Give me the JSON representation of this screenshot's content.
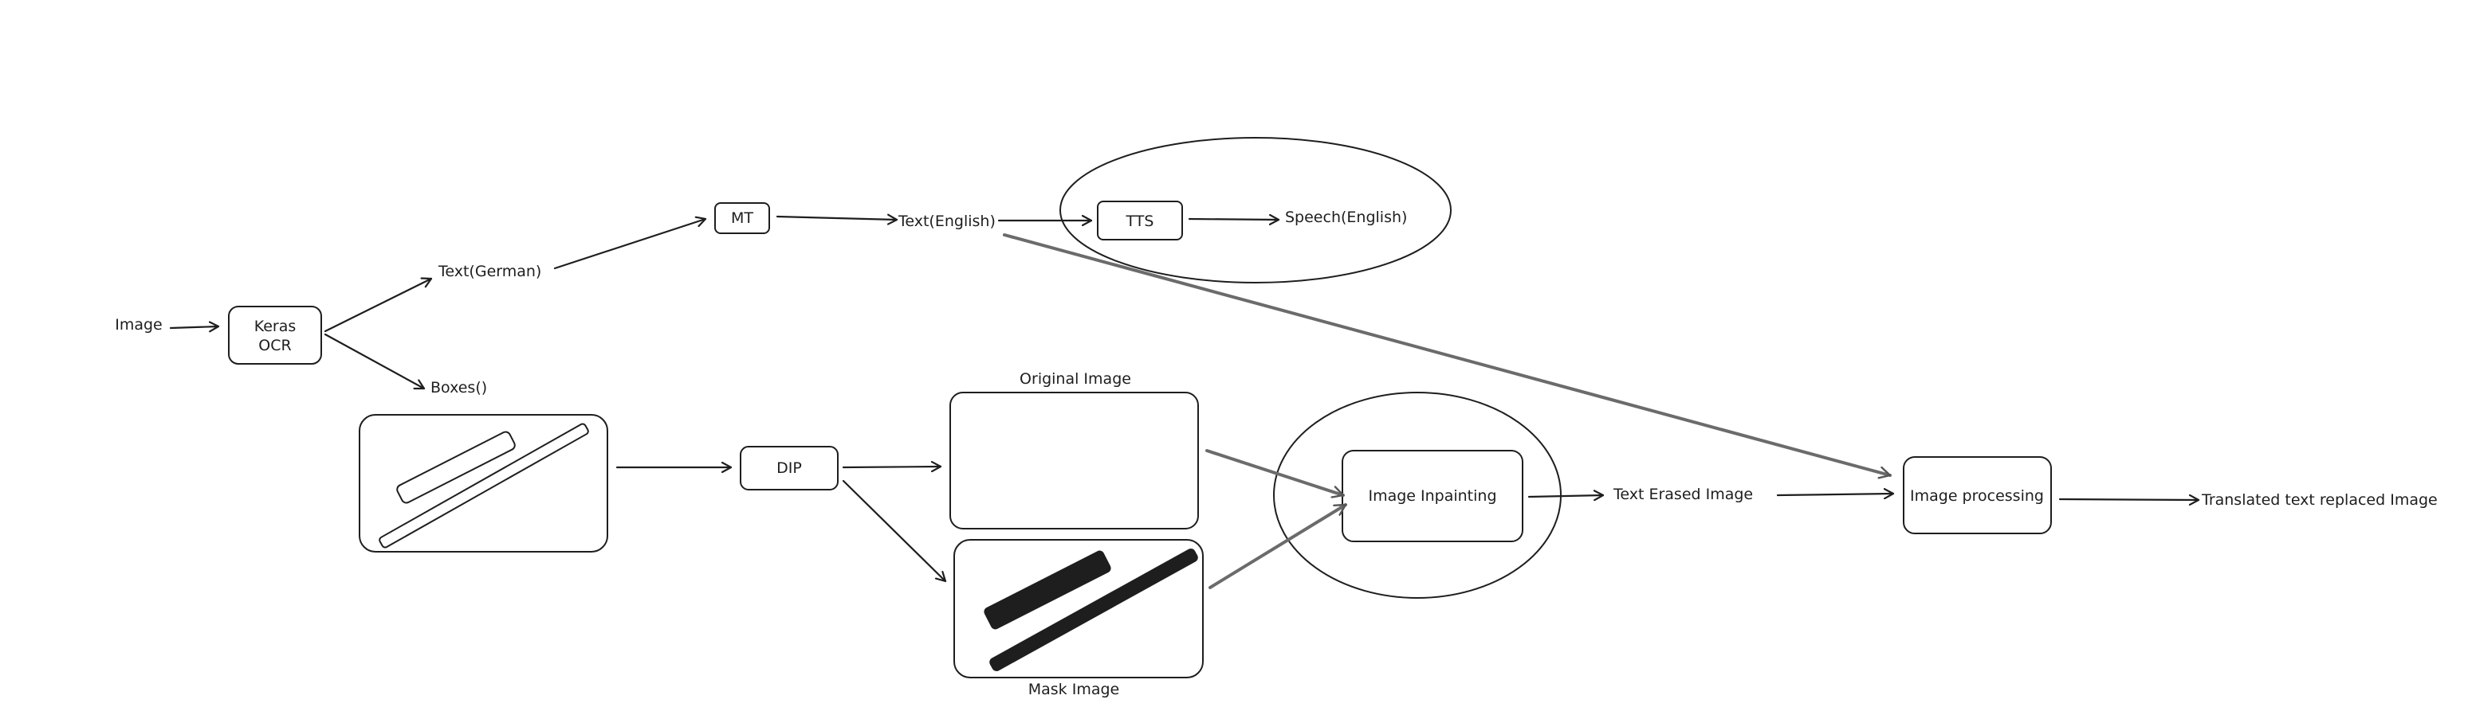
{
  "diagram": {
    "nodes": {
      "image": "Image",
      "ocr_line1": "Keras",
      "ocr_line2": "OCR",
      "text_german": "Text(German)",
      "boxes": "Boxes()",
      "mt": "MT",
      "text_english": "Text(English)",
      "tts": "TTS",
      "speech_english": "Speech(English)",
      "dip": "DIP",
      "original_image": "Original Image",
      "mask_image": "Mask Image",
      "image_inpainting": "Image Inpainting",
      "text_erased_image": "Text Erased Image",
      "image_processing": "Image processing",
      "translated_output": "Translated text replaced Image"
    }
  }
}
